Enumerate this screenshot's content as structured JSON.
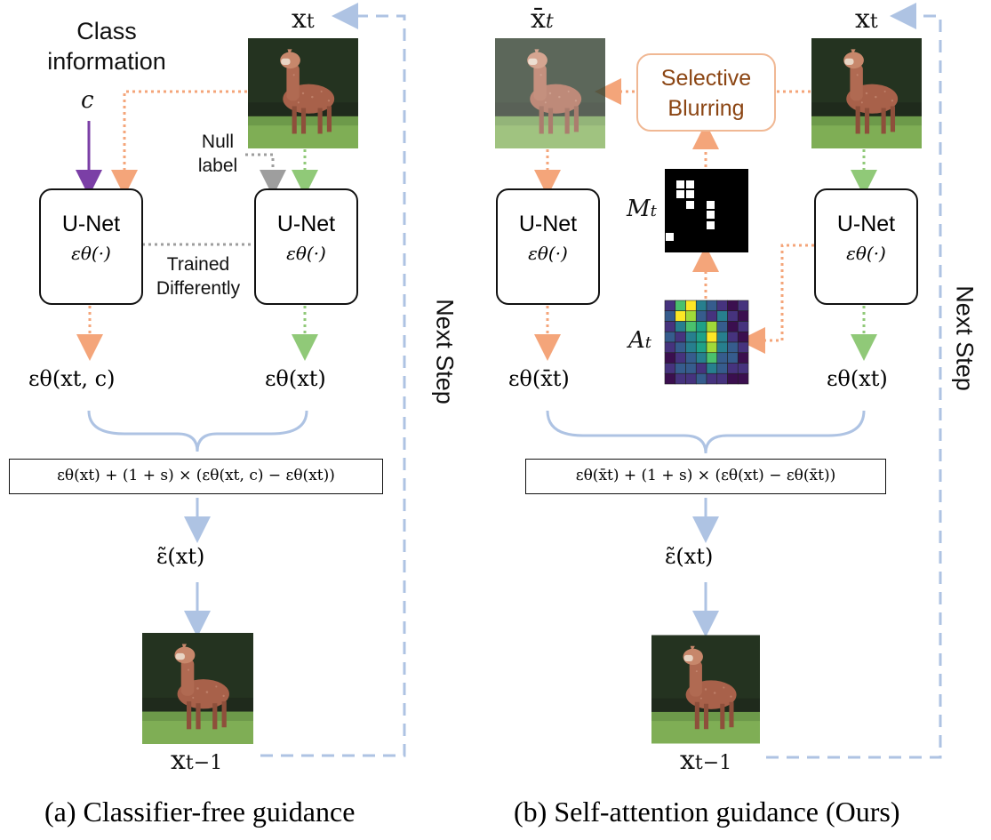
{
  "left_panel": {
    "class_info_label": "Class\ninformation",
    "class_symbol": "c",
    "xt_label": "x",
    "xt_sub": "t",
    "null_label": "Null\nlabel",
    "unet_left": {
      "title": "U-Net",
      "func": "εθ(·)"
    },
    "unet_right": {
      "title": "U-Net",
      "func": "εθ(·)"
    },
    "trained_label": "Trained\nDifferently",
    "out_left": "εθ(xt, c)",
    "out_right": "εθ(xt)",
    "equation": "εθ(xt) + (1 + s) × (εθ(xt, c) − εθ(xt))",
    "guided": "ε̃(xt)",
    "xt1_label": "x",
    "xt1_sub": "t−1",
    "next_step": "Next Step",
    "caption": "(a) Classifier-free guidance"
  },
  "right_panel": {
    "xbar_label": "x̄",
    "xbar_sub": "t",
    "xt_label": "x",
    "xt_sub": "t",
    "blur_label": "Selective\nBlurring",
    "mask_label": "M",
    "mask_sub": "t",
    "attn_label": "A",
    "attn_sub": "t",
    "unet_left": {
      "title": "U-Net",
      "func": "εθ(·)"
    },
    "unet_right": {
      "title": "U-Net",
      "func": "εθ(·)"
    },
    "out_left": "εθ(x̄t)",
    "out_right": "εθ(xt)",
    "equation": "εθ(x̄t) + (1 + s) × (εθ(xt) − εθ(x̄t))",
    "guided": "ε̃(xt)",
    "xt1_label": "x",
    "xt1_sub": "t−1",
    "next_step": "Next Step",
    "caption": "(b) Self-attention guidance (Ours)"
  },
  "colors": {
    "orange": "#f4a57a",
    "green": "#90c978",
    "gray": "#9e9e9e",
    "purple": "#7b3fa6",
    "blue": "#aec3e3",
    "blur_text": "#8b4513"
  }
}
